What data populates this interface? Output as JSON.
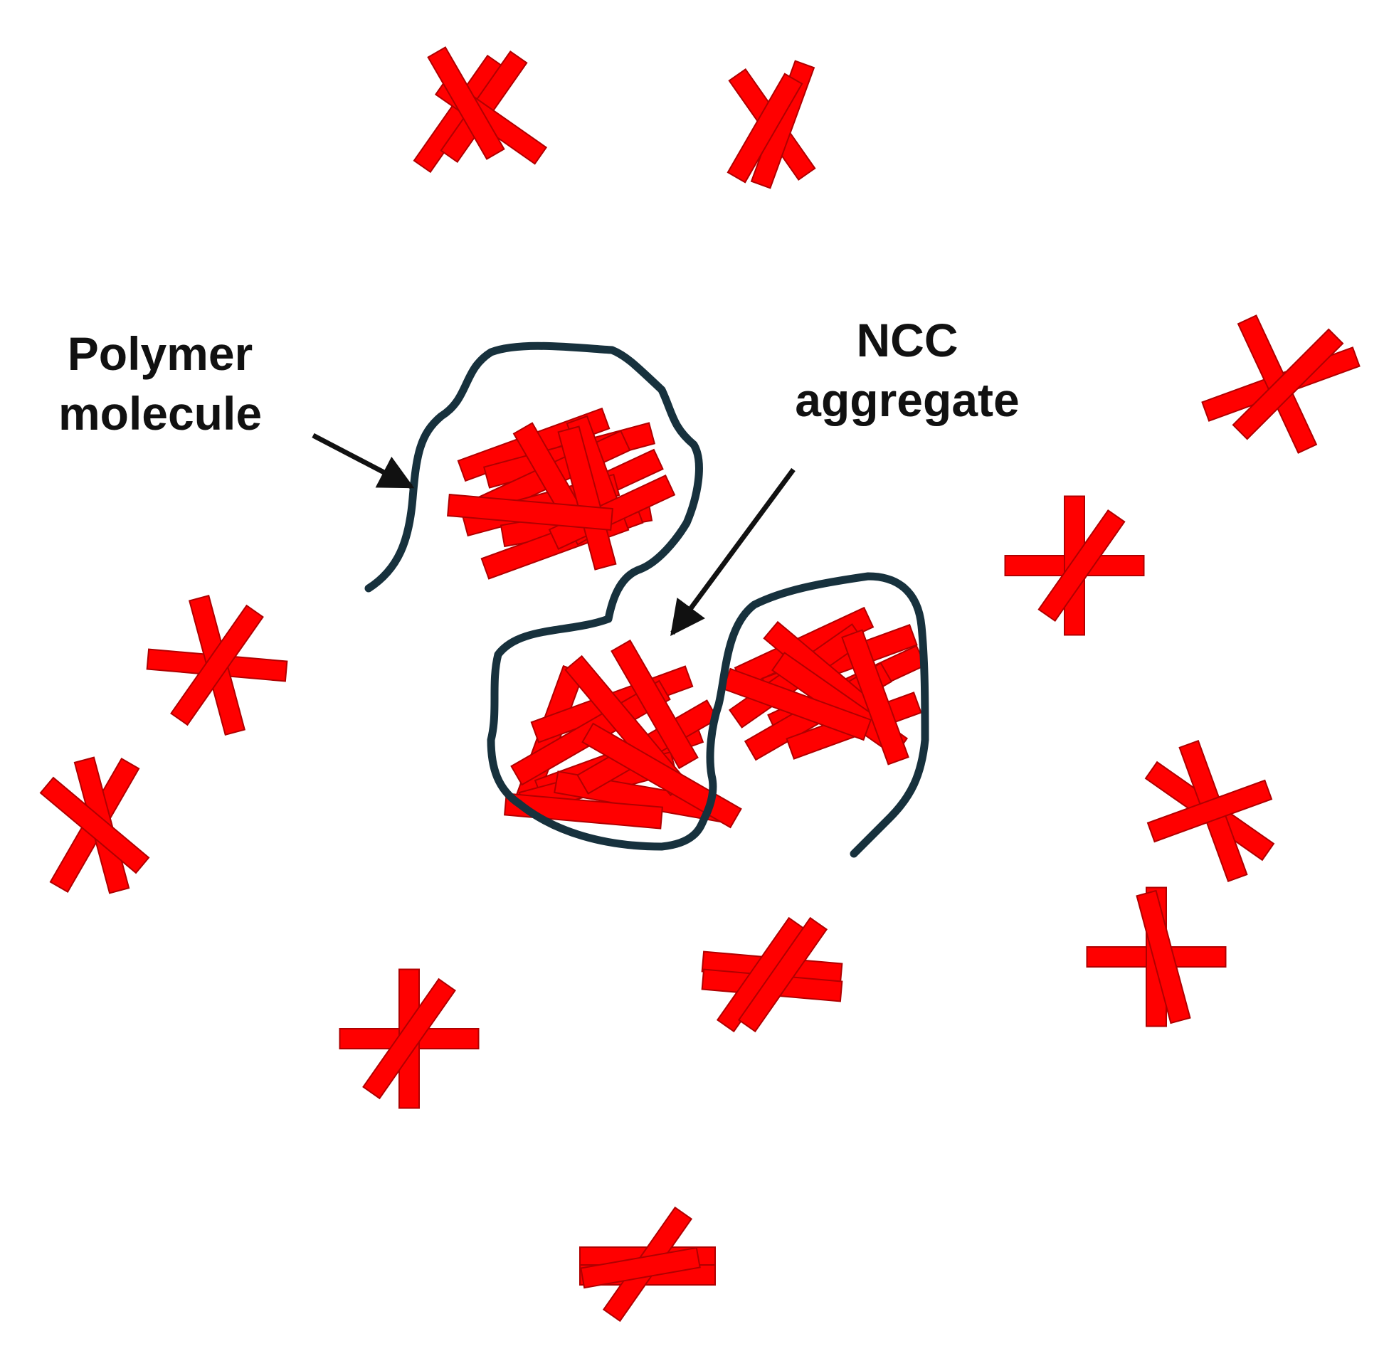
{
  "labels": {
    "polymer_line1": "Polymer",
    "polymer_line2": "molecule",
    "ncc_line1": "NCC",
    "ncc_line2": "aggregate"
  },
  "colors": {
    "rod_fill": "#ff0000",
    "rod_edge": "#b00000",
    "polymer_chain": "#17313d",
    "arrow": "#111111",
    "text": "#111111"
  }
}
